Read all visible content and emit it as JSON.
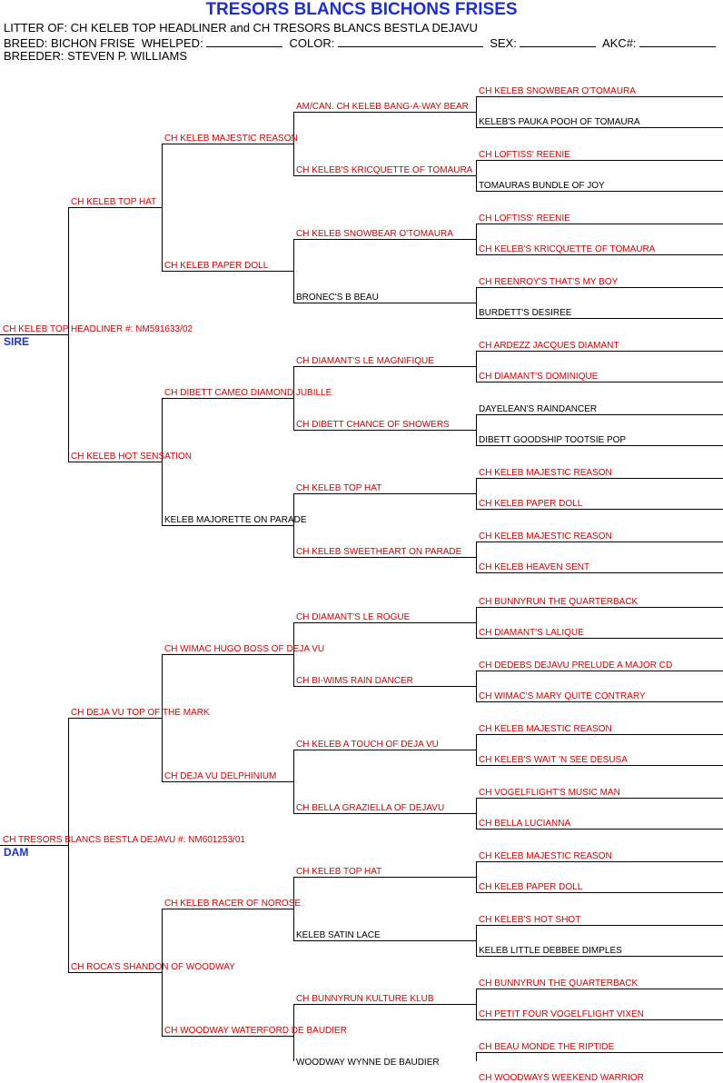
{
  "header": {
    "title": "TRESORS BLANCS BICHONS FRISES",
    "litter": "LITTER OF: CH KELEB TOP HEADLINER and CH TRESORS BLANCS BESTLA DEJAVU",
    "breed_label": "BREED:",
    "breed_value": "BICHON FRISE",
    "whelped_label": "WHELPED:",
    "color_label": "COLOR:",
    "sex_label": "SEX:",
    "akc_label": "AKC#:",
    "breeder": "BREEDER: STEVEN P. WILLIAMS"
  },
  "sire_tag": "SIRE",
  "dam_tag": "DAM",
  "pedigree": [
    {
      "text": "CH KELEB TOP HEADLINER  #: NM591633/02",
      "champion": true
    },
    {
      "text": "CH KELEB TOP HAT",
      "champion": true
    },
    {
      "text": "CH KELEB MAJESTIC REASON",
      "champion": true
    },
    {
      "text": "AM/CAN. CH KELEB BANG-A-WAY BEAR",
      "champion": true
    },
    {
      "text": "CH KELEB SNOWBEAR O'TOMAURA",
      "champion": true
    },
    {
      "text": "KELEB'S PAUKA POOH OF TOMAURA",
      "champion": false
    },
    {
      "text": "CH KELEB'S KRICQUETTE OF TOMAURA",
      "champion": true
    },
    {
      "text": "CH LOFTISS' REENIE",
      "champion": true
    },
    {
      "text": "TOMAURAS BUNDLE OF JOY",
      "champion": false
    },
    {
      "text": "CH KELEB PAPER DOLL",
      "champion": true
    },
    {
      "text": "CH KELEB SNOWBEAR O'TOMAURA",
      "champion": true
    },
    {
      "text": "CH LOFTISS' REENIE",
      "champion": true
    },
    {
      "text": "CH KELEB'S KRICQUETTE OF TOMAURA",
      "champion": true
    },
    {
      "text": "BRONEC'S B BEAU",
      "champion": false
    },
    {
      "text": "CH REENROY'S THAT'S MY BOY",
      "champion": true
    },
    {
      "text": "BURDETT'S DESIREE",
      "champion": false
    },
    {
      "text": "CH KELEB HOT  SENSATION",
      "champion": true
    },
    {
      "text": "CH DIBETT CAMEO DIAMOND JUBILLE",
      "champion": true
    },
    {
      "text": "CH DIAMANT'S LE MAGNIFIQUE",
      "champion": true
    },
    {
      "text": "CH ARDEZZ JACQUES DIAMANT",
      "champion": true
    },
    {
      "text": "CH DIAMANT'S DOMINIQUE",
      "champion": true
    },
    {
      "text": "CH DIBETT CHANCE OF SHOWERS",
      "champion": true
    },
    {
      "text": "DAYELEAN'S RAINDANCER",
      "champion": false
    },
    {
      "text": "DIBETT GOODSHIP TOOTSIE POP",
      "champion": false
    },
    {
      "text": "KELEB MAJORETTE ON PARADE",
      "champion": false
    },
    {
      "text": "CH KELEB TOP HAT",
      "champion": true
    },
    {
      "text": "CH KELEB MAJESTIC REASON",
      "champion": true
    },
    {
      "text": "CH KELEB PAPER DOLL",
      "champion": true
    },
    {
      "text": "CH KELEB SWEETHEART ON PARADE",
      "champion": true
    },
    {
      "text": "CH KELEB MAJESTIC REASON",
      "champion": true
    },
    {
      "text": "CH KELEB HEAVEN SENT",
      "champion": true
    },
    {
      "text": "CH TRESORS BLANCS BESTLA DEJAVU  #: NM601253/01",
      "champion": true
    },
    {
      "text": "CH DEJA VU TOP OF THE MARK",
      "champion": true
    },
    {
      "text": "CH WIMAC HUGO BOSS OF DEJA VU",
      "champion": true
    },
    {
      "text": "CH DIAMANT'S LE ROGUE",
      "champion": true
    },
    {
      "text": "CH BUNNYRUN THE QUARTERBACK",
      "champion": true
    },
    {
      "text": "CH DIAMANT'S LALIQUE",
      "champion": true
    },
    {
      "text": "CH BI-WIMS RAIN DANCER",
      "champion": true
    },
    {
      "text": "CH DEDEBS DEJAVU PRELUDE A MAJOR CD",
      "champion": true
    },
    {
      "text": "CH WIMAC'S MARY QUITE CONTRARY",
      "champion": true
    },
    {
      "text": "CH DEJA VU DELPHINIUM",
      "champion": true
    },
    {
      "text": "CH KELEB A TOUCH OF DEJA VU",
      "champion": true
    },
    {
      "text": "CH KELEB MAJESTIC REASON",
      "champion": true
    },
    {
      "text": "CH KELEB'S WAIT 'N SEE DESUSA",
      "champion": true
    },
    {
      "text": "CH BELLA GRAZIELLA OF DEJAVU",
      "champion": true
    },
    {
      "text": "CH VOGELFLIGHT'S MUSIC MAN",
      "champion": true
    },
    {
      "text": "CH BELLA LUCIANNA",
      "champion": true
    },
    {
      "text": "CH ROCA'S SHANDON OF WOODWAY",
      "champion": true
    },
    {
      "text": "CH KELEB RACER OF NOROSE",
      "champion": true
    },
    {
      "text": "CH KELEB TOP HAT",
      "champion": true
    },
    {
      "text": "CH KELEB MAJESTIC REASON",
      "champion": true
    },
    {
      "text": "CH KELEB PAPER DOLL",
      "champion": true
    },
    {
      "text": "KELEB SATIN LACE",
      "champion": false
    },
    {
      "text": "CH KELEB'S HOT SHOT",
      "champion": true
    },
    {
      "text": "KELEB LITTLE DEBBEE DIMPLES",
      "champion": false
    },
    {
      "text": "CH WOODWAY WATERFORD DE BAUDIER",
      "champion": true
    },
    {
      "text": "CH BUNNYRUN KULTURE KLUB",
      "champion": true
    },
    {
      "text": "CH BUNNYRUN THE QUARTERBACK",
      "champion": true
    },
    {
      "text": "CH PETIT FOUR VOGELFLIGHT VIXEN",
      "champion": true
    },
    {
      "text": "WOODWAY WYNNE DE BAUDIER",
      "champion": false
    },
    {
      "text": "CH BEAU MONDE THE RIPTIDE",
      "champion": true
    },
    {
      "text": "CH WOODWAYS WEEKEND WARRIOR",
      "champion": true
    }
  ],
  "colors": {
    "title": "#1c2fd6",
    "champion": "#d50000",
    "non_champion": "#000000",
    "lines": "#000000"
  }
}
